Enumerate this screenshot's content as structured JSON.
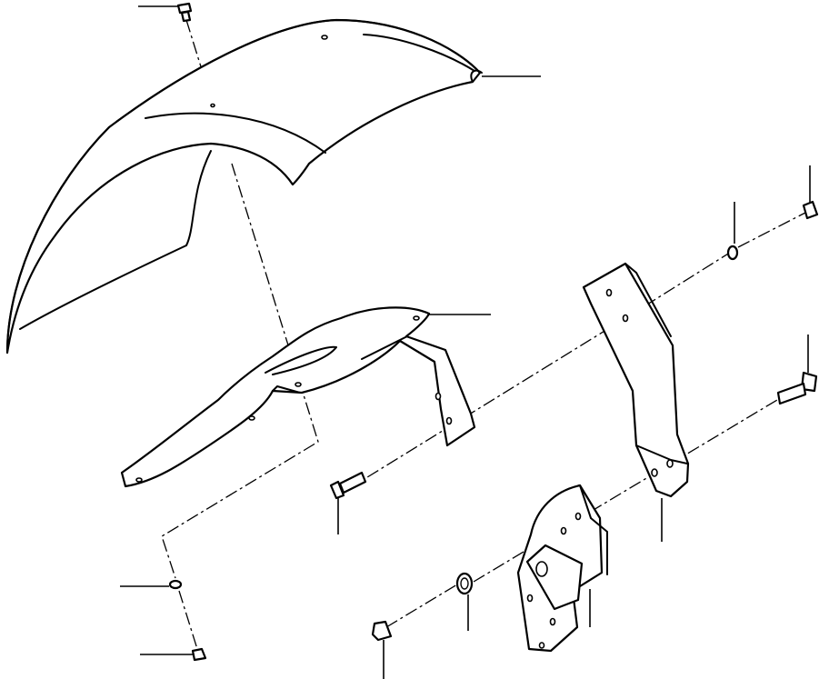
{
  "diagram": {
    "type": "exploded-parts-view",
    "background_color": "#ffffff",
    "line_color": "#000000",
    "parts": [
      {
        "name": "fender",
        "icon": "fender-icon"
      },
      {
        "name": "fender-bolt-top",
        "icon": "bolt-icon"
      },
      {
        "name": "fender-support-bracket",
        "icon": "bracket-icon"
      },
      {
        "name": "mounting-arm",
        "icon": "bracket-icon"
      },
      {
        "name": "mounting-base-plate",
        "icon": "plate-icon"
      },
      {
        "name": "bolt-short",
        "icon": "bolt-icon"
      },
      {
        "name": "bolt-long",
        "icon": "bolt-icon"
      },
      {
        "name": "lock-washer-left",
        "icon": "washer-icon"
      },
      {
        "name": "nut-left",
        "icon": "nut-icon"
      },
      {
        "name": "lock-washer-right",
        "icon": "washer-icon"
      },
      {
        "name": "nut-right",
        "icon": "nut-icon"
      },
      {
        "name": "flat-washer-bottom",
        "icon": "washer-icon"
      },
      {
        "name": "nut-bottom",
        "icon": "nut-icon"
      }
    ],
    "callout_count": 13
  }
}
